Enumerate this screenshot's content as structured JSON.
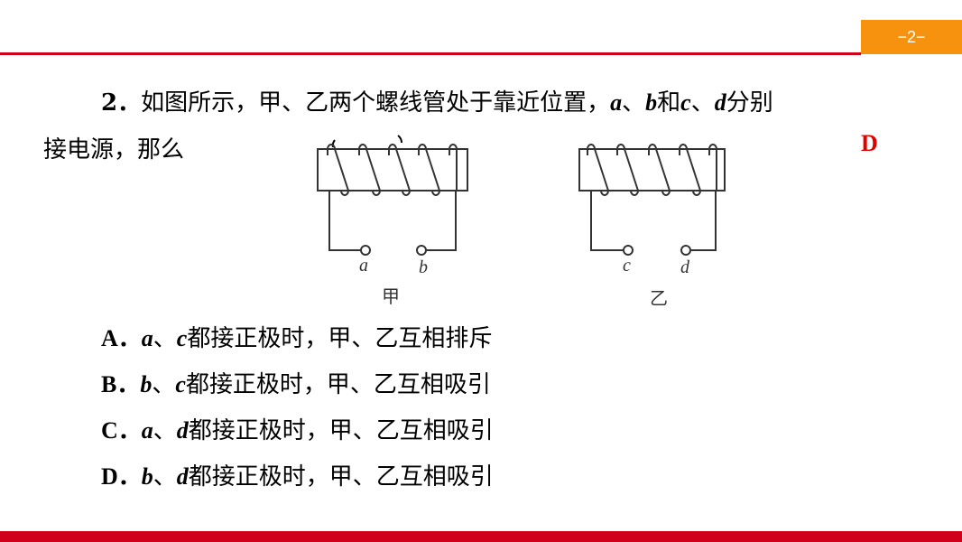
{
  "page_number": "−2−",
  "question": {
    "number": "2．",
    "text_1": "如图所示，甲、乙两个螺线管处于靠近位置，",
    "a": "a",
    "sep1": "、",
    "b": "b",
    "and": "和",
    "c": "c",
    "sep2": "、",
    "d": "d",
    "text_2": "分别",
    "text_3": "接电源，那么"
  },
  "answer": "D",
  "diagram": {
    "terminals": [
      "a",
      "b",
      "c",
      "d"
    ],
    "captions": [
      "甲",
      "乙"
    ]
  },
  "options": [
    {
      "letter": "A．",
      "v1": "a",
      "sep": "、",
      "v2": "c",
      "text": "都接正极时，甲、乙互相排斥"
    },
    {
      "letter": "B．",
      "v1": "b",
      "sep": "、",
      "v2": "c",
      "text": "都接正极时，甲、乙互相吸引"
    },
    {
      "letter": "C．",
      "v1": "a",
      "sep": "、",
      "v2": "d",
      "text": "都接正极时，甲、乙互相吸引"
    },
    {
      "letter": "D．",
      "v1": "b",
      "sep": "、",
      "v2": "d",
      "text": "都接正极时，甲、乙互相吸引"
    }
  ]
}
